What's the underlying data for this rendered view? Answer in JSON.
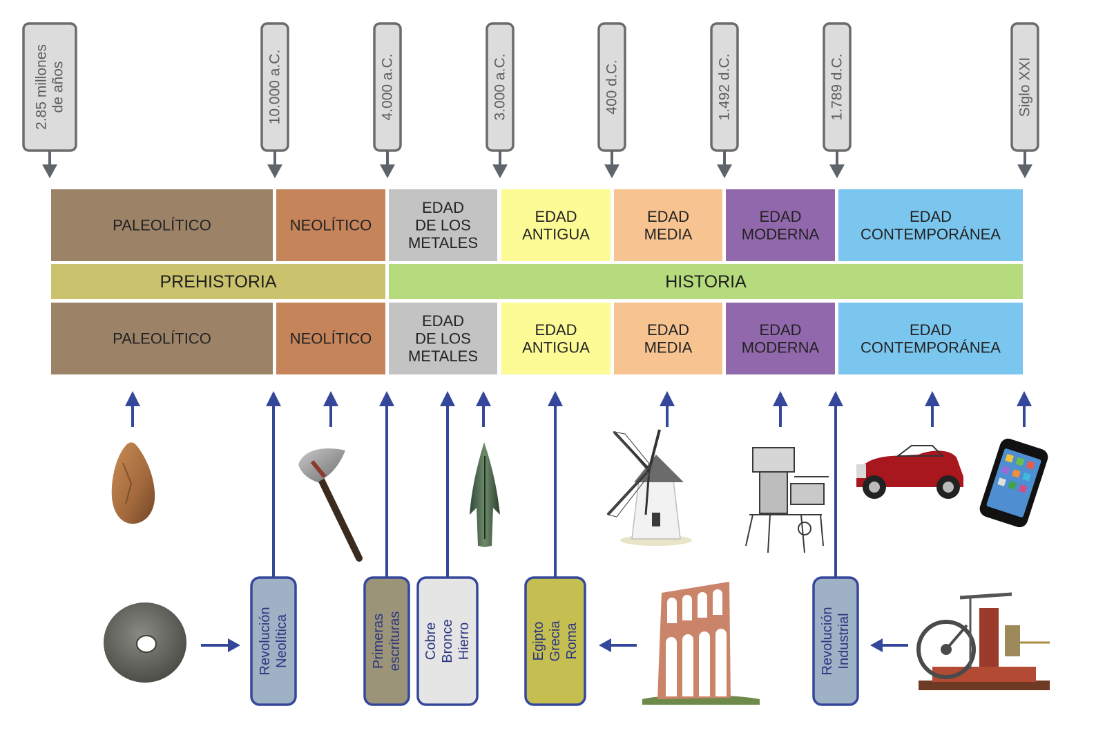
{
  "colors": {
    "paleolitico": "#9c8367",
    "neolitico": "#c6845a",
    "metales": "#c3c3c3",
    "antigua": "#fdfb96",
    "media": "#f7c491",
    "moderna": "#9268ad",
    "contemporanea": "#7bc6ee",
    "prehistoria": "#cbc26d",
    "historia": "#b5db7c",
    "date_tag": "#dcdcdc",
    "date_border": "#6b6b6b",
    "arrow_blue": "#34479a"
  },
  "date_tags": [
    {
      "id": "d0",
      "lines": [
        "2.85 millones",
        "de años"
      ]
    },
    {
      "id": "d1",
      "lines": [
        "10.000 a.C."
      ]
    },
    {
      "id": "d2",
      "lines": [
        "4.000 a.C."
      ]
    },
    {
      "id": "d3",
      "lines": [
        "3.000 a.C."
      ]
    },
    {
      "id": "d4",
      "lines": [
        "400 d.C."
      ]
    },
    {
      "id": "d5",
      "lines": [
        "1.492 d.C."
      ]
    },
    {
      "id": "d6",
      "lines": [
        "1.789 d.C."
      ]
    },
    {
      "id": "d7",
      "lines": [
        "Siglo XXI"
      ]
    }
  ],
  "periods": [
    {
      "id": "paleolitico",
      "lines": [
        "PALEOLÍTICO"
      ]
    },
    {
      "id": "neolitico",
      "lines": [
        "NEOLÍTICO"
      ]
    },
    {
      "id": "metales",
      "lines": [
        "EDAD",
        "DE LOS",
        "METALES"
      ]
    },
    {
      "id": "antigua",
      "lines": [
        "EDAD",
        "ANTIGUA"
      ]
    },
    {
      "id": "media",
      "lines": [
        "EDAD",
        "MEDIA"
      ]
    },
    {
      "id": "moderna",
      "lines": [
        "EDAD",
        "MODERNA"
      ]
    },
    {
      "id": "contemporanea",
      "lines": [
        "EDAD",
        "CONTEMPORÁNEA"
      ]
    }
  ],
  "eras": [
    {
      "id": "prehistoria",
      "label": "PREHISTORIA"
    },
    {
      "id": "historia",
      "label": "HISTORIA"
    }
  ],
  "milestones": [
    {
      "id": "revolucion-neolitica",
      "lines": [
        "Revolución",
        "Neolítica"
      ],
      "fill": "#9fb1c4"
    },
    {
      "id": "primeras-escrituras",
      "lines": [
        "Primeras",
        "escrituras"
      ],
      "fill": "#9c9478"
    },
    {
      "id": "metales",
      "lines": [
        "Cobre",
        "Bronce",
        "Hierro"
      ],
      "fill": "#e5e5e5"
    },
    {
      "id": "civilizaciones",
      "lines": [
        "Egipto",
        "Grecia",
        "Roma"
      ],
      "fill": "#c4bf50"
    },
    {
      "id": "revolucion-industrial",
      "lines": [
        "Revolución",
        "Industrial"
      ],
      "fill": "#9fb1c4"
    }
  ],
  "illustrations": [
    "hand-axe-image",
    "stone-axe-image",
    "spearhead-image",
    "windmill-image",
    "printing-press-image",
    "classic-car-image",
    "smartphone-image",
    "millstone-image",
    "aqueduct-image",
    "steam-engine-image"
  ]
}
